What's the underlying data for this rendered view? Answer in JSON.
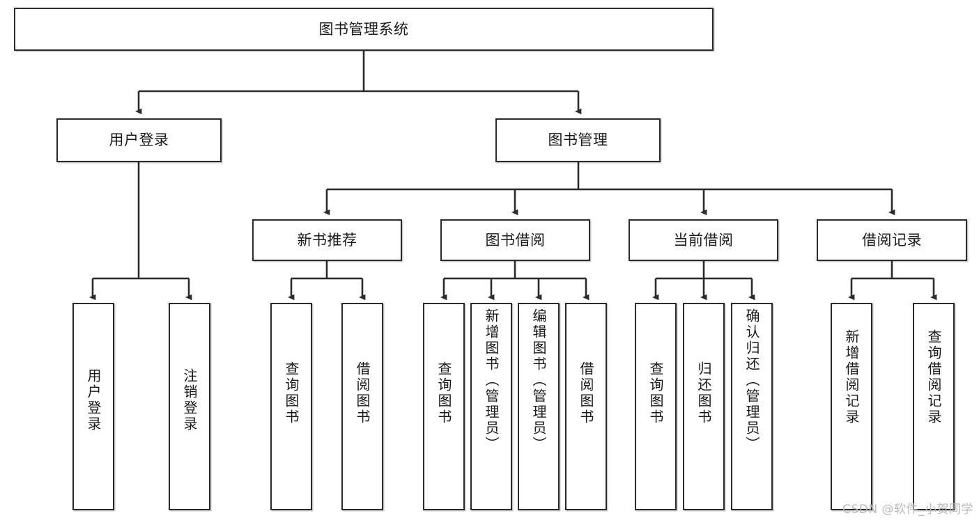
{
  "diagram": {
    "type": "tree-hierarchy",
    "title": "图书管理系统",
    "watermark": "CSDN @软件_小贺同学",
    "colors": {
      "box_border": "#2b2b2b",
      "box_fill": "#ffffff",
      "connector": "#2b2b2b",
      "text": "#1a1a1a",
      "watermark": "#b9b9b9",
      "background": "#ffffff"
    },
    "root": {
      "label": "图书管理系统"
    },
    "level1": [
      {
        "label": "用户登录"
      },
      {
        "label": "图书管理"
      }
    ],
    "level2": [
      {
        "label": "新书推荐"
      },
      {
        "label": "图书借阅"
      },
      {
        "label": "当前借阅"
      },
      {
        "label": "借阅记录"
      }
    ],
    "leaves": {
      "user_login": [
        {
          "label": "用户登录"
        },
        {
          "label": "注销登录"
        }
      ],
      "new_book_recommend": [
        {
          "label": "查询图书"
        },
        {
          "label": "借阅图书"
        }
      ],
      "book_borrow": [
        {
          "label": "查询图书"
        },
        {
          "label": "新增图书（管理员）"
        },
        {
          "label": "编辑图书（管理员）"
        },
        {
          "label": "借阅图书"
        }
      ],
      "current_borrow": [
        {
          "label": "查询图书"
        },
        {
          "label": "归还图书"
        },
        {
          "label": "确认归还（管理员）"
        }
      ],
      "borrow_records": [
        {
          "label": "新增借阅记录"
        },
        {
          "label": "查询借阅记录"
        }
      ]
    }
  }
}
